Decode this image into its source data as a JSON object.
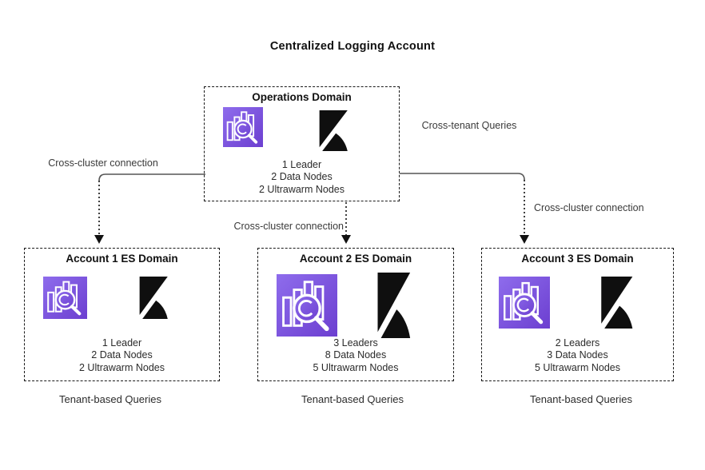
{
  "title": "Centralized Logging Account",
  "operations_domain": {
    "title": "Operations Domain",
    "nodes": [
      "1 Leader",
      "2 Data Nodes",
      "2 Ultrawarm Nodes"
    ]
  },
  "accounts": [
    {
      "title": "Account 1 ES Domain",
      "nodes": [
        "1 Leader",
        "2 Data Nodes",
        "2 Ultrawarm Nodes"
      ],
      "query_label": "Tenant-based Queries"
    },
    {
      "title": "Account 2 ES Domain",
      "nodes": [
        "3 Leaders",
        "8 Data Nodes",
        "5 Ultrawarm Nodes"
      ],
      "query_label": "Tenant-based Queries"
    },
    {
      "title": "Account 3 ES Domain",
      "nodes": [
        "2 Leaders",
        "3 Data Nodes",
        "5 Ultrawarm Nodes"
      ],
      "query_label": "Tenant-based Queries"
    }
  ],
  "connection_labels": {
    "left": "Cross-cluster connection",
    "middle": "Cross-cluster connection",
    "right": "Cross-cluster connection",
    "cross_tenant": "Cross-tenant Queries"
  },
  "icons": {
    "elasticsearch": "elasticsearch-service-icon",
    "kibana": "kibana-icon"
  },
  "colors": {
    "es_gradient_start": "#8E6CEC",
    "es_gradient_end": "#6C3FD0",
    "kibana": "#0F0F0F",
    "line_solid": "#555555",
    "line_dotted": "#111111",
    "border": "#1A1A1A"
  }
}
